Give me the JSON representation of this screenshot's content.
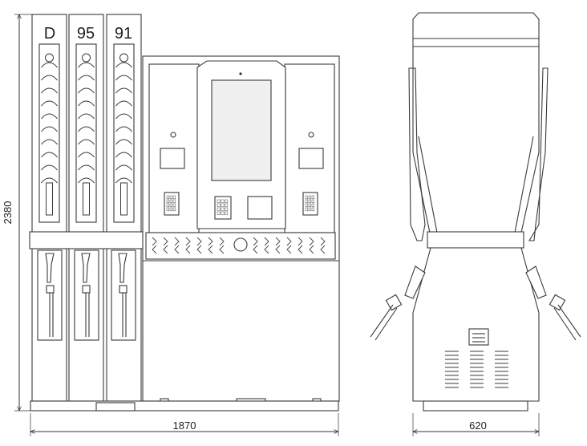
{
  "drawing": {
    "front_view": {
      "nozzle_columns": [
        {
          "grade": "D"
        },
        {
          "grade": "95"
        },
        {
          "grade": "91"
        }
      ]
    },
    "dimensions": {
      "height": "2380",
      "front_width": "1870",
      "side_width": "620"
    }
  },
  "colors": {
    "line": "#3a3a3a",
    "fill": "#ffffff",
    "screen": "#f0f0f0",
    "panel": "#f4f4f4",
    "background": "#ffffff"
  }
}
